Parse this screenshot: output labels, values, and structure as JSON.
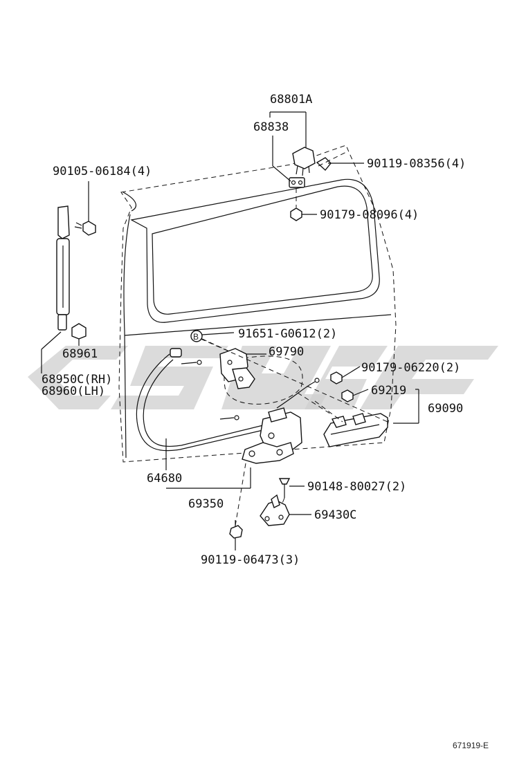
{
  "diagram": {
    "part_numbers": {
      "p68801A": "68801A",
      "p68838": "68838",
      "p90119_08356": "90119-08356(4)",
      "p90105_06184": "90105-06184(4)",
      "p90179_08096": "90179-08096(4)",
      "p91651_G0612": "91651-G0612(2)",
      "p69790": "69790",
      "p68961": "68961",
      "p68950C": "68950C(RH)",
      "p68960": "68960(LH)",
      "p90179_06220": "90179-06220(2)",
      "p69219": "69219",
      "p69090": "69090",
      "p64680": "64680",
      "p69350": "69350",
      "p90148_80027": "90148-80027(2)",
      "p69430C": "69430C",
      "p90119_06473": "90119-06473(3)"
    },
    "callout_b": "B",
    "figure_code": "671919-E"
  },
  "colors": {
    "line": "#111111",
    "watermark": "#cfcfcf",
    "background": "#ffffff"
  }
}
